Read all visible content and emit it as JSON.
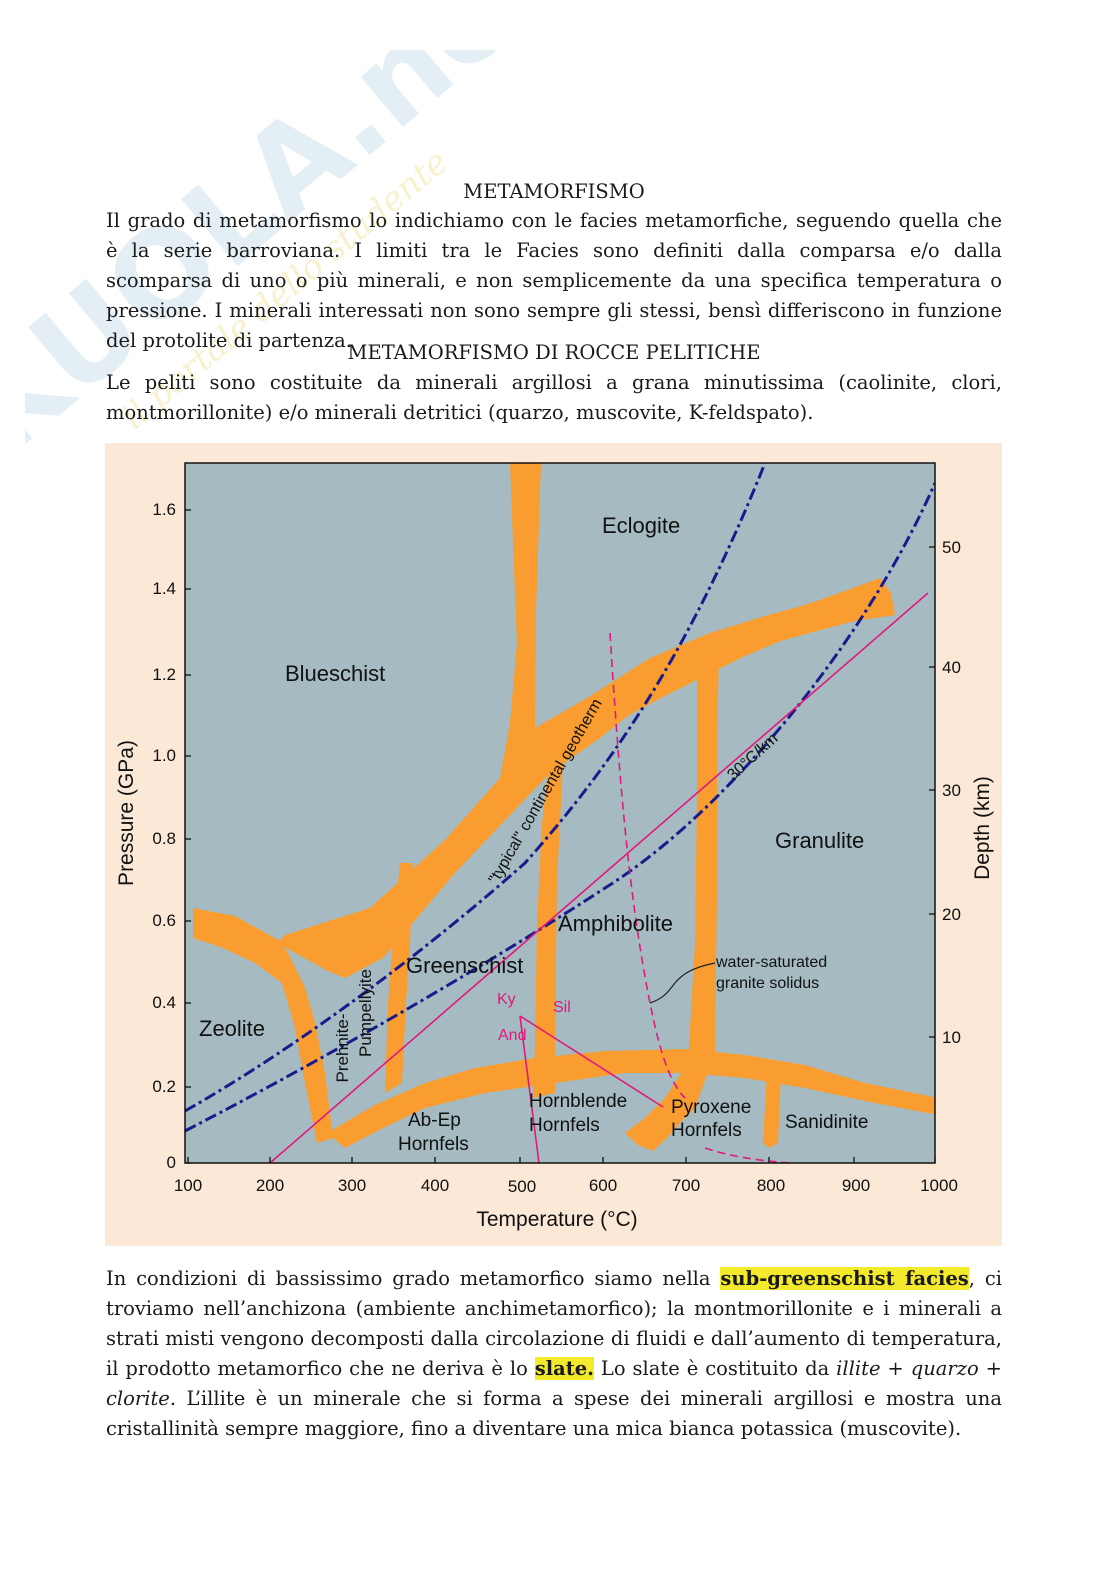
{
  "watermark": {
    "text": "SKUOLA.net",
    "tagline": "il portale dello studente",
    "color": "#cfe3ee"
  },
  "title": "METAMORFISMO",
  "intro": "Il grado di metamorfismo lo indichiamo con le facies metamorfiche, seguendo quella che è la serie barroviana. I limiti tra le Facies sono definiti dalla comparsa e/o dalla scomparsa di uno o più minerali, e non semplicemente da una specifica temperatura o pressione. I minerali interessati non sono sempre gli stessi, bensì differiscono in funzione del protolite di partenza.",
  "subtitle": "METAMORFISMO DI ROCCE PELITICHE",
  "pelites": "Le peliti sono costituite da minerali argillosi a grana minutissima (caolinite, clori, montmorillonite) e/o minerali detritici (quarzo, muscovite, K-feldspato).",
  "figure": {
    "xlabel": "Temperature (°C)",
    "ylabel": "Pressure (GPa)",
    "y2label": "Depth (km)",
    "xticks": [
      "100",
      "200",
      "300",
      "400",
      "500",
      "600",
      "700",
      "800",
      "900",
      "1000"
    ],
    "yticks": [
      "0",
      "0.2",
      "0.4",
      "0.6",
      "0.8",
      "1.0",
      "1.2",
      "1.4",
      "1.6"
    ],
    "y2ticks": [
      "10",
      "20",
      "30",
      "40",
      "50"
    ],
    "facies": {
      "eclogite": "Eclogite",
      "blueschist": "Blueschist",
      "granulite": "Granulite",
      "amphibolite": "Amphibolite",
      "greenschist": "Greenschist",
      "zeolite": "Zeolite",
      "prehnite1": "Prehnite-",
      "prehnite2": "Pumpellyite",
      "abep1": "Ab-Ep",
      "abep2": "Hornfels",
      "hbl1": "Hornblende",
      "hbl2": "Hornfels",
      "px1": "Pyroxene",
      "px2": "Hornfels",
      "sanidinite": "Sanidinite"
    },
    "geotherm": "\"typical\" continental geotherm",
    "gradient": "30°C/km",
    "solidus1": "water-saturated",
    "solidus2": "granite solidus",
    "ky": "Ky",
    "sil": "Sil",
    "and": "And",
    "colors": {
      "background": "#fbe8d6",
      "field": "#a5bbc1",
      "band": "#f99d31",
      "geotherm": "#191b8c",
      "mineral": "#e0197f"
    }
  },
  "p3": {
    "t1": "In condizioni di bassissimo grado metamorfico siamo nella ",
    "b1": "sub-greenschist facies",
    "t2": ", ci troviamo nell’anchizona (ambiente anchimetamorfico); la montmorillonite e i minerali a strati misti vengono decomposti dalla circolazione di fluidi e dall’aumento di temperatura, il prodotto metamorfico che ne deriva è lo ",
    "b2": "slate.",
    "t3": " Lo slate è costituito da ",
    "i1": "illite + quarzo + clorite.",
    "t4": " L’illite è un minerale che si forma a spese dei minerali argillosi e mostra una cristallinità sempre maggiore, fino a diventare una mica bianca potassica (muscovite)."
  }
}
